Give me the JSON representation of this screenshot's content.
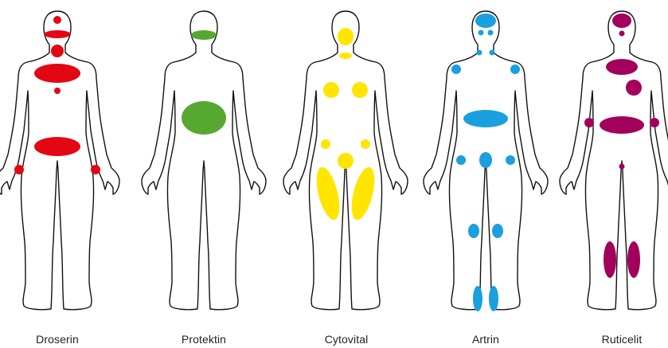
{
  "figures": [
    {
      "name": "Droserin",
      "color": "#e30613"
    },
    {
      "name": "Protektin",
      "color": "#57a831"
    },
    {
      "name": "Cytovital",
      "color": "#ffe500"
    },
    {
      "name": "Artrin",
      "color": "#1a9fdf"
    },
    {
      "name": "Ruticelit",
      "color": "#a3005b"
    }
  ]
}
